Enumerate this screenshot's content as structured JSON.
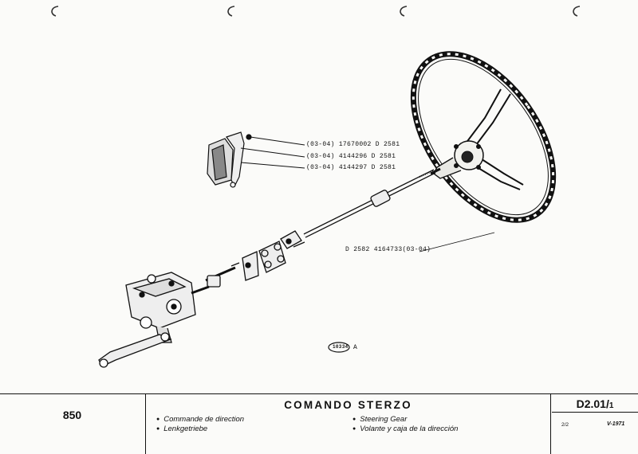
{
  "parts": {
    "p1": {
      "group": "(03-04)",
      "number": "17670002",
      "ref": "D 2581"
    },
    "p2": {
      "group": "(03-04)",
      "number": "4144296",
      "ref": "D 2581"
    },
    "p3": {
      "group": "(03-04)",
      "number": "4144297",
      "ref": "D 2581"
    },
    "wheel": {
      "ref": "D 2582",
      "number": "4164733",
      "group": "(03-04)"
    }
  },
  "figure": {
    "id": "10334",
    "suffix": "A"
  },
  "footer": {
    "model": "850",
    "title": "COMANDO STERZO",
    "desc_fr": "Commande de direction",
    "desc_de": "Lenkgetriebe",
    "desc_en": "Steering Gear",
    "desc_es": "Volante y caja de la dirección",
    "code": "D2.01/",
    "code_sub": "1",
    "page": "2/2",
    "date": "V-1971"
  }
}
